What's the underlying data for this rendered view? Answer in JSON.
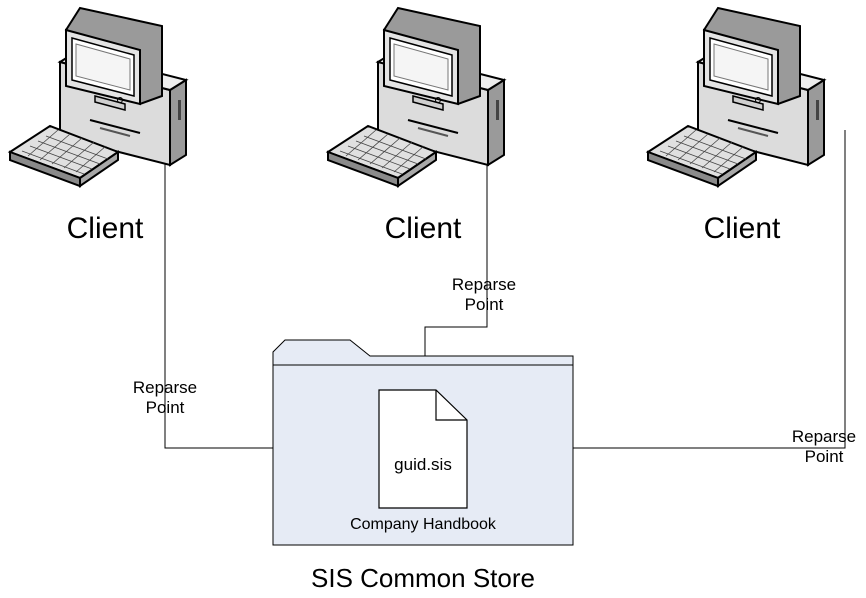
{
  "clients": [
    {
      "label": "Client"
    },
    {
      "label": "Client"
    },
    {
      "label": "Client"
    }
  ],
  "reparse_points": [
    {
      "line1": "Reparse",
      "line2": "Point"
    },
    {
      "line1": "Reparse",
      "line2": "Point"
    },
    {
      "line1": "Reparse",
      "line2": "Point"
    }
  ],
  "file": {
    "name": "guid.sis"
  },
  "folder": {
    "label": "Company Handbook"
  },
  "store": {
    "label": "SIS Common Store"
  },
  "colors": {
    "folder_fill": "#e6ebf5",
    "line": "#000000",
    "computer_light": "#f2f2f2",
    "computer_mid": "#c8c8c8",
    "computer_dark": "#8a8a8a"
  },
  "icons": [
    "computer-icon",
    "folder-icon",
    "document-icon"
  ]
}
